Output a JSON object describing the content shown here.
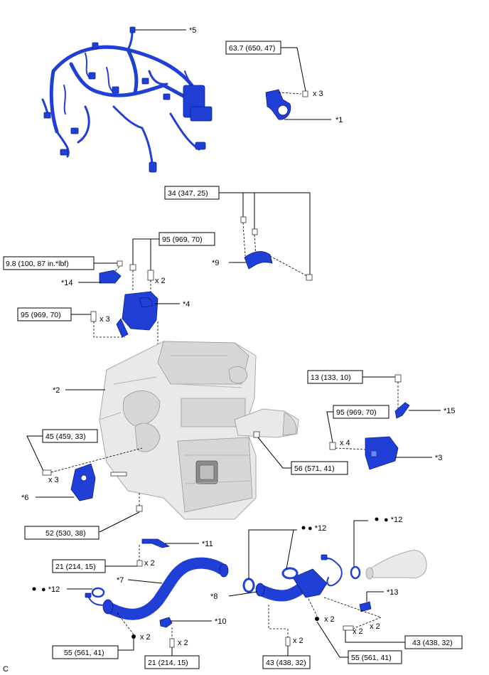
{
  "figure_code": "C",
  "callouts": {
    "c1": "*1",
    "c2": "*2",
    "c3": "*3",
    "c4": "*4",
    "c5": "*5",
    "c6": "*6",
    "c7": "*7",
    "c8": "*8",
    "c9": "*9",
    "c10": "*10",
    "c11": "*11",
    "c12a": "● *12",
    "c12b": "● *12",
    "c12c": "● *12",
    "c13": "*13",
    "c14": "*14",
    "c15": "*15"
  },
  "torques": {
    "t1": "63.7 (650, 47)",
    "t2": "34 (347, 25)",
    "t3": "95 (969, 70)",
    "t4": "9.8 (100, 87 in.*lbf)",
    "t5": "95 (969, 70)",
    "t6": "13 (133, 10)",
    "t7": "95 (969, 70)",
    "t8": "45 (459, 33)",
    "t9": "56 (571, 41)",
    "t10": "52 (530, 38)",
    "t11": "21 (214, 15)",
    "t12": "55 (561, 41)",
    "t13": "21 (214, 15)",
    "t14": "43 (438, 32)",
    "t15": "55 (561, 41)",
    "t16": "43 (438, 32)"
  },
  "quantities": {
    "q1": "x 3",
    "q2": "x 2",
    "q3": "x 3",
    "q4": "x 4",
    "q5": "x 3",
    "q6": "x 2",
    "q7": "x 2",
    "q8": "x 2",
    "q9": "x 2",
    "q10": "x 2",
    "q11": "x 2",
    "q12": "x 2"
  },
  "colors": {
    "part_blue": "#1f3fd6",
    "engine_gray": "#e9e9e9"
  }
}
